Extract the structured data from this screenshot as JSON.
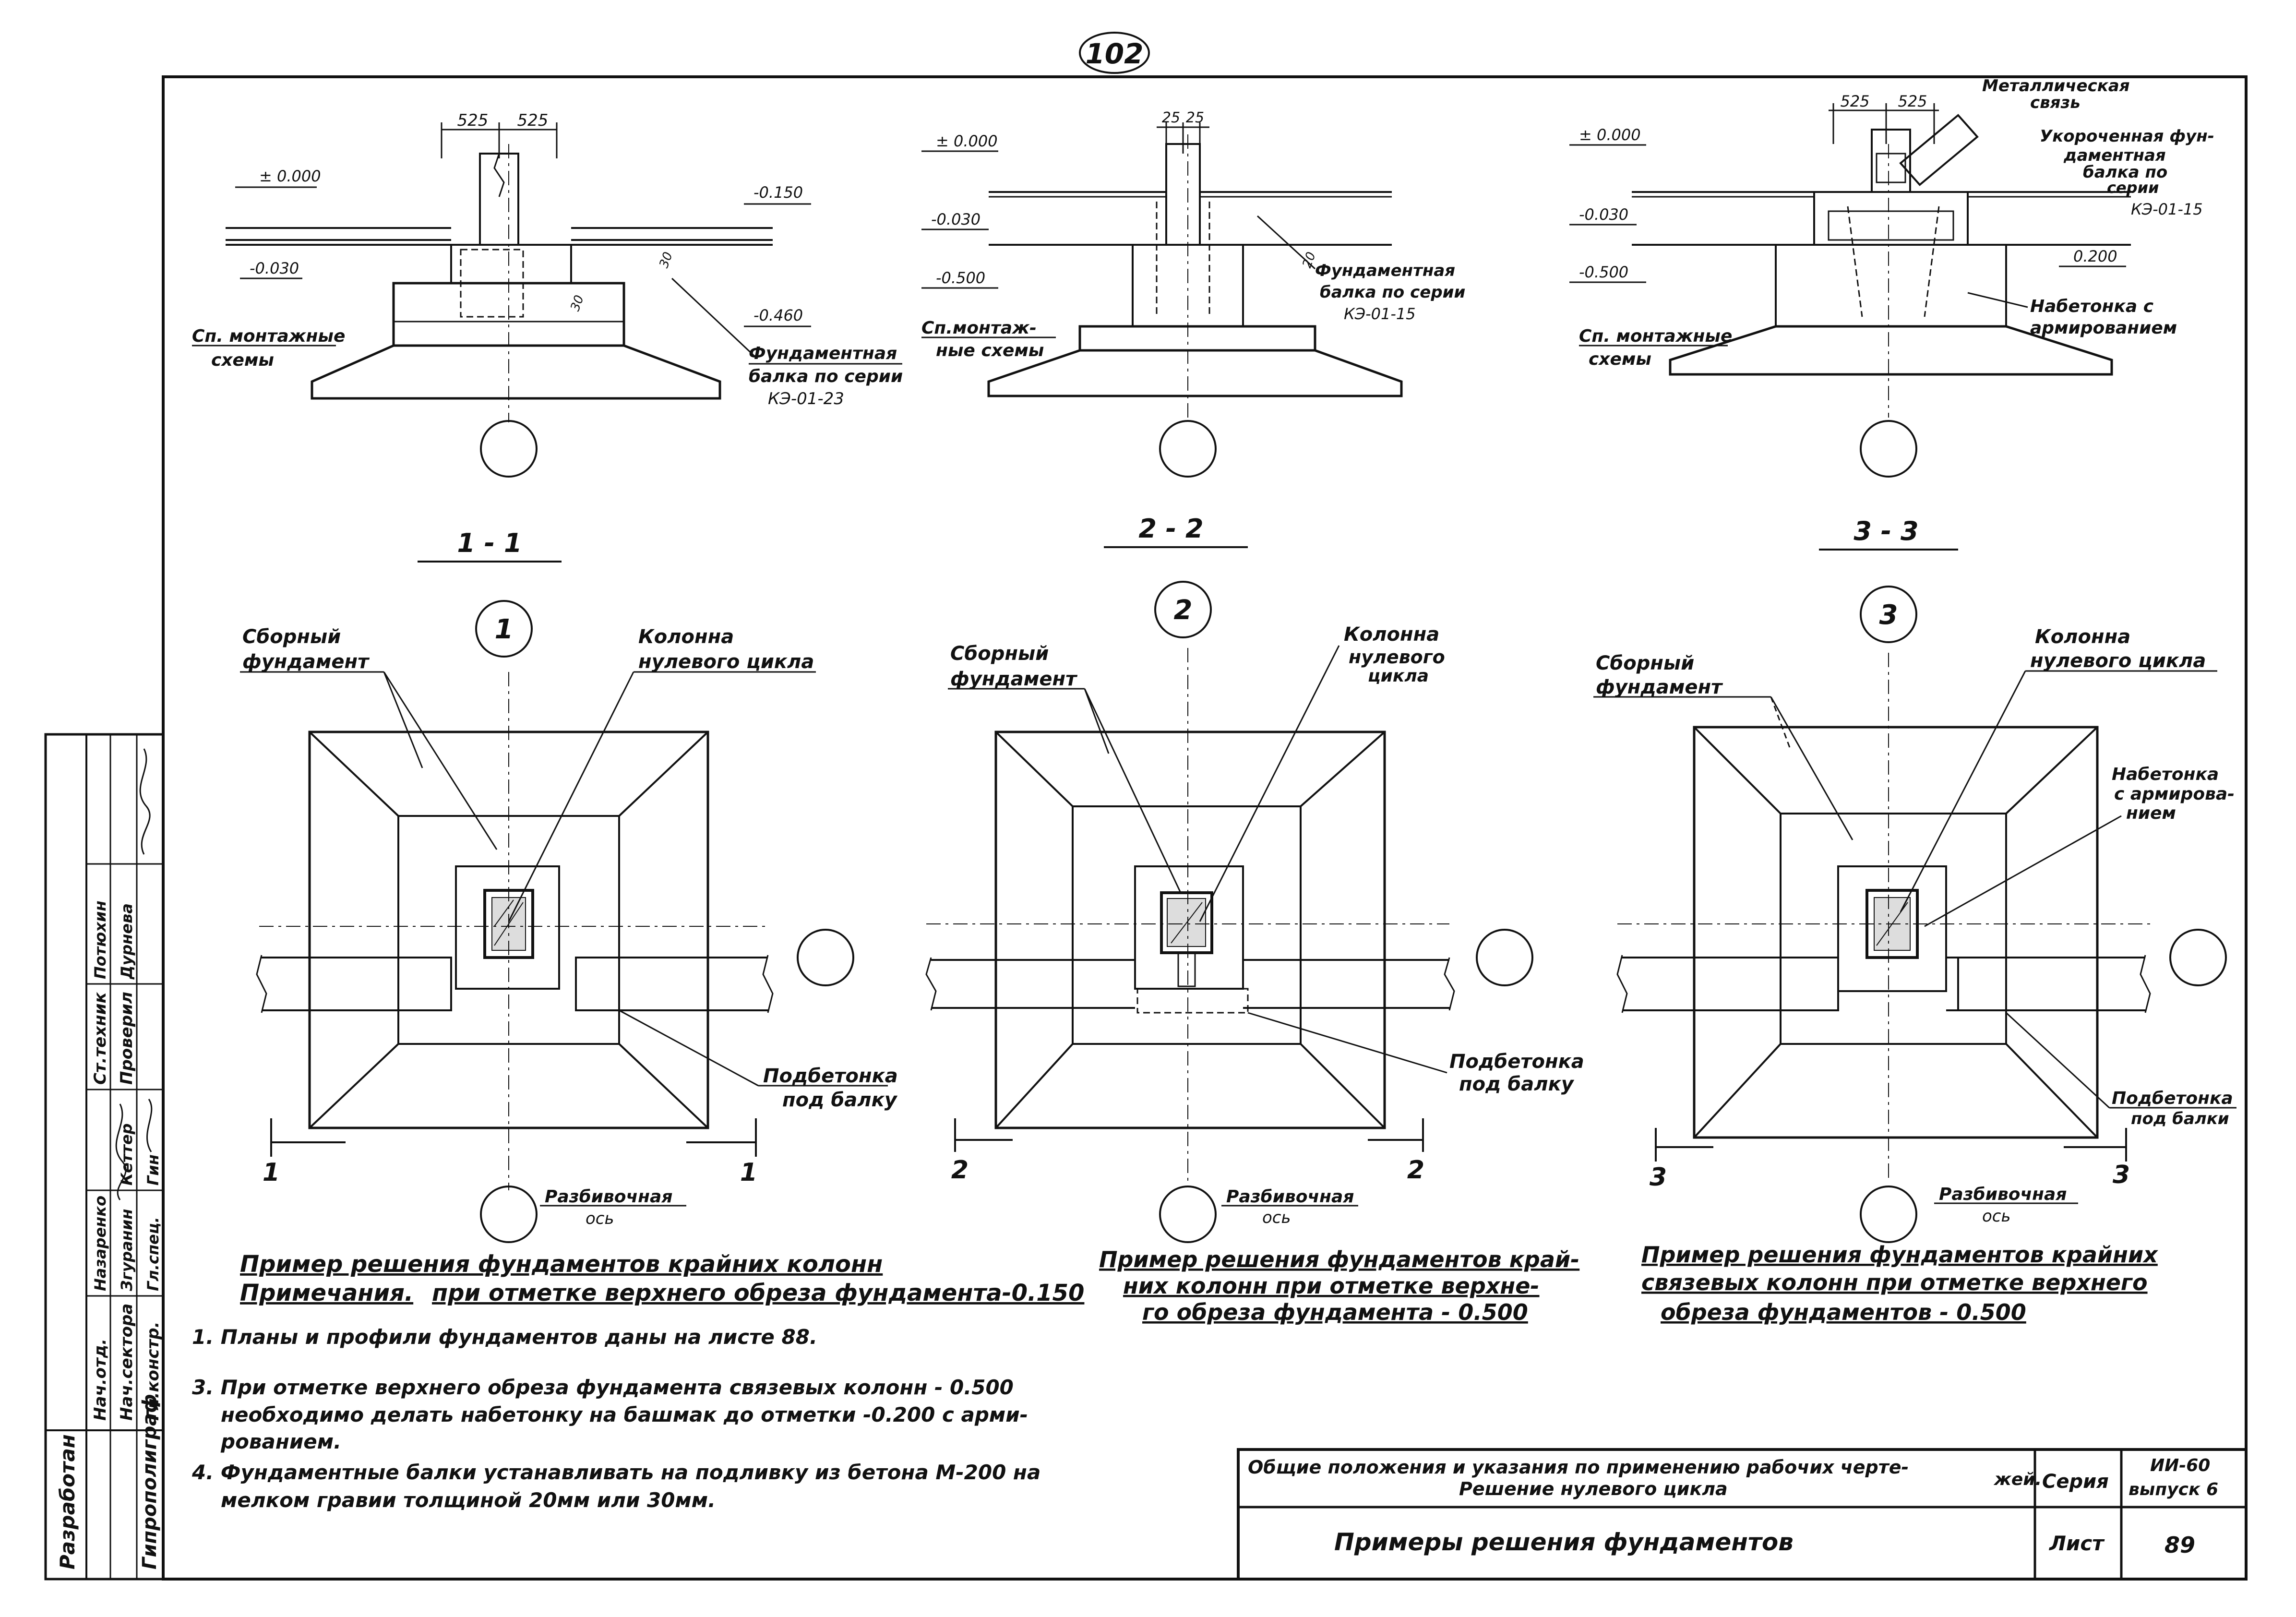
{
  "sheet_number_top": "102",
  "sections": [
    {
      "id": 1,
      "profile": {
        "dims": [
          "525",
          "525"
        ],
        "marks": [
          "± 0.000",
          "-0.030",
          "-0.150",
          "-0.460"
        ],
        "small": [
          "30",
          "30"
        ],
        "mount_label": [
          "Сп. монтажные",
          "схемы"
        ],
        "beam_label": [
          "Фундаментная",
          "балка по серии",
          "КЭ-01-23"
        ]
      },
      "section_title": "1 - 1",
      "axis_mark": "1",
      "plan": {
        "found_label": [
          "Сборный",
          "фундамент"
        ],
        "column_label": [
          "Колонна",
          "нулевого цикла"
        ],
        "under_label": [
          "Подбетонка",
          "под балку"
        ],
        "axis_label": [
          "Разбивочная",
          "ось"
        ],
        "cut_label": "1"
      },
      "caption": [
        "Пример решения фундаментов крайних колонн",
        "при отметке верхнего обреза фундамента-0.150"
      ]
    },
    {
      "id": 2,
      "profile": {
        "dims": [
          "25",
          "25"
        ],
        "marks": [
          "± 0.000",
          "-0.030",
          "-0.500"
        ],
        "small": [
          "20"
        ],
        "mount_label": [
          "Сп.монтаж-",
          "ные схемы"
        ],
        "beam_label": [
          "Фундаментная",
          "балка по серии",
          "КЭ-01-15"
        ]
      },
      "section_title": "2 - 2",
      "axis_mark": "2",
      "plan": {
        "found_label": [
          "Сборный",
          "фундамент"
        ],
        "column_label": [
          "Колонна",
          "нулевого",
          "цикла"
        ],
        "under_label": [
          "Подбетонка",
          "под балку"
        ],
        "axis_label": [
          "Разбивочная",
          "ось"
        ],
        "cut_label": "2"
      },
      "caption": [
        "Пример решения фундаментов край-",
        "них колонн при отметке верхне-",
        "го обреза фундамента - 0.500"
      ]
    },
    {
      "id": 3,
      "profile": {
        "dims": [
          "525",
          "525"
        ],
        "marks": [
          "± 0.000",
          "-0.030",
          "-0.500",
          "0.200"
        ],
        "mount_label": [
          "Сп. монтажные",
          "схемы"
        ],
        "metal_label": [
          "Металлическая",
          "связь"
        ],
        "beam_label": [
          "Укороченная фун-",
          "даментная",
          "балка по",
          "серии",
          "КЭ-01-15"
        ],
        "concrete_label": [
          "Набетонка с",
          "армированием"
        ]
      },
      "section_title": "3 - 3",
      "axis_mark": "3",
      "plan": {
        "found_label": [
          "Сборный",
          "фундамент"
        ],
        "column_label": [
          "Колонна",
          "нулевого цикла"
        ],
        "concrete_label": [
          "Набетонка",
          "с армирова-",
          "нием"
        ],
        "under_label": [
          "Подбетонка",
          "под балки"
        ],
        "axis_label": [
          "Разбивочная",
          "ось"
        ],
        "cut_label": "3"
      },
      "caption": [
        "Пример решения фундаментов крайних",
        "связевых колонн при отметке верхнего",
        "обреза фундаментов - 0.500"
      ]
    }
  ],
  "notes": {
    "heading": "Примечания.",
    "items": [
      "1.  Планы и профили фундаментов даны на листе 88.",
      "3.  При отметке верхнего обреза фундамента связевых колонн - 0.500",
      "необходимо делать набетонку на башмак до отметки -0.200 с арми-",
      "рованием.",
      "4.  Фундаментные балки устанавливать на подливку из бетона М-200 на",
      "мелком гравии толщиной 20мм или 30мм."
    ]
  },
  "title_block": {
    "general": [
      "Общие положения и указания по применению рабочих черте-",
      "жей.",
      "Решение нулевого цикла"
    ],
    "series_label": "Серия",
    "series_value": [
      "ИИ-60",
      "выпуск 6"
    ],
    "title": "Примеры решения фундаментов",
    "sheet_label": "Лист",
    "sheet_value": "89"
  },
  "side_stamp": {
    "org": [
      "Разработан",
      "Гипрополиграф"
    ],
    "roles": [
      "Нач.отд.",
      "Нач.сектора",
      "Гл.констр.",
      "Гл.спец.",
      "Ст.техник",
      "Проверил"
    ],
    "names": [
      "Назаренко",
      "Згуранин",
      "Гин",
      "Кеттер",
      "Потюхин",
      "Дурнева"
    ]
  }
}
